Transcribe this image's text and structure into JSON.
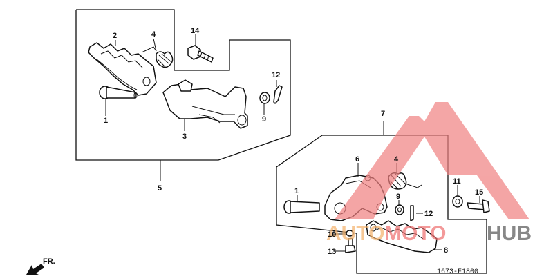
{
  "callouts": {
    "upper": {
      "c1": "1",
      "c2": "2",
      "c3": "3",
      "c4": "4",
      "c5": "5",
      "c9": "9",
      "c12": "12",
      "c14": "14"
    },
    "lower": {
      "c1": "1",
      "c4": "4",
      "c6": "6",
      "c7": "7",
      "c8": "8",
      "c9": "9",
      "c10": "10",
      "c11": "11",
      "c12": "12",
      "c13": "13",
      "c15": "15"
    }
  },
  "diagram_code": "1673-F1800",
  "direction_label": "FR.",
  "watermark": {
    "part_auto": "AUTO",
    "part_moto": "MOTO",
    "part_hub": "HUB",
    "colors": {
      "triangle": "#f08080",
      "auto": "#f5b26b",
      "moto": "#ef6f6f",
      "hub": "#555555"
    }
  }
}
